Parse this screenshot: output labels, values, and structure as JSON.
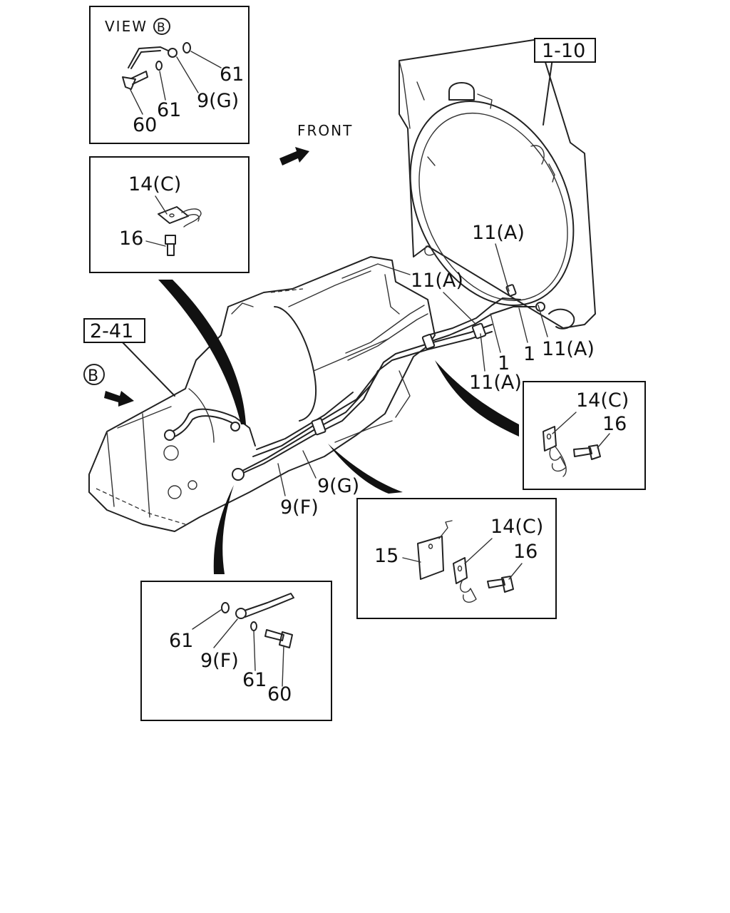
{
  "view_label": "VIEW",
  "view_ref": "B",
  "front_label": "FRONT",
  "ref_boxes": {
    "radiator": "1-10",
    "transmission": "2-41"
  },
  "b_arrow_label": "B",
  "callouts": {
    "view_61_top": "61",
    "view_61_mid": "61",
    "view_9g": "9(G)",
    "view_60": "60",
    "clip_14c_a": "14(C)",
    "clip_16_a": "16",
    "clamp_11a_top": "11(A)",
    "clamp_11a_left": "11(A)",
    "pipe_1_left": "1",
    "pipe_1_right": "1",
    "clamp_11a_right": "11(A)",
    "clamp_11a_bottom": "11(A)",
    "clip_14c_b": "14(C)",
    "clip_16_b": "16",
    "hose_9g": "9(G)",
    "hose_9f": "9(F)",
    "bracket_14c": "14(C)",
    "bracket_15": "15",
    "bracket_16": "16",
    "det_61_a": "61",
    "det_9f": "9(F)",
    "det_61_b": "61",
    "det_60": "60"
  }
}
